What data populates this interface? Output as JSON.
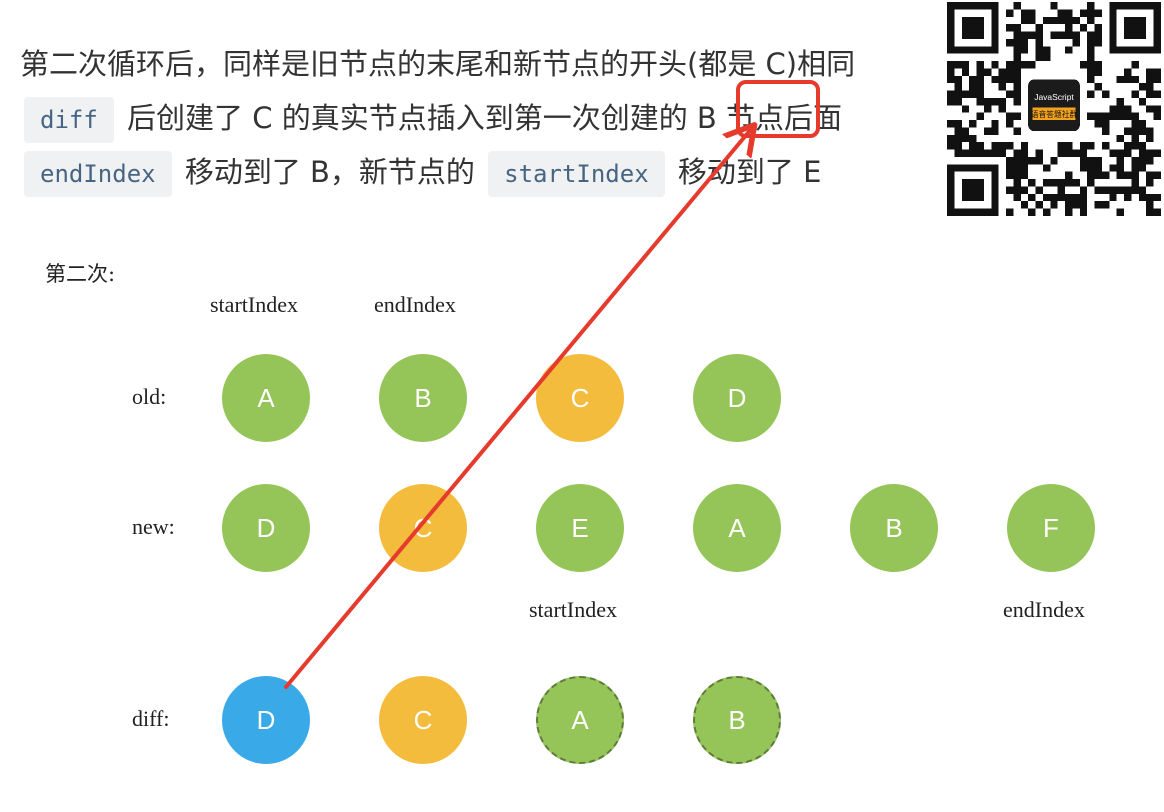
{
  "text": {
    "line1": "第二次循环后，同样是旧节点的末尾和新节点的开头(都是 C)相同",
    "line2_code": "diff",
    "line2_text": "后创建了 C 的真实节点插入到第一次创建的 B 节点后面",
    "line3_code1": "endIndex",
    "line3_text1": "移动到了 B，新节点的",
    "line3_code2": "startIndex",
    "line3_text2": "移动到了 E"
  },
  "qr": {
    "badge_line1": "JavaScript",
    "badge_line2": "语音答题社群"
  },
  "diagram": {
    "title": "第二次:",
    "row_labels": [
      "old:",
      "new:",
      "diff:"
    ],
    "labels": {
      "old_start": "startIndex",
      "old_end": "endIndex",
      "new_start": "startIndex",
      "new_end": "endIndex"
    },
    "old": [
      {
        "label": "A",
        "color": "green"
      },
      {
        "label": "B",
        "color": "green"
      },
      {
        "label": "C",
        "color": "orange"
      },
      {
        "label": "D",
        "color": "green"
      }
    ],
    "new": [
      {
        "label": "D",
        "color": "green"
      },
      {
        "label": "C",
        "color": "orange"
      },
      {
        "label": "E",
        "color": "green"
      },
      {
        "label": "A",
        "color": "green"
      },
      {
        "label": "B",
        "color": "green"
      },
      {
        "label": "F",
        "color": "green"
      }
    ],
    "diff": [
      {
        "label": "D",
        "color": "blue"
      },
      {
        "label": "C",
        "color": "orange"
      },
      {
        "label": "A",
        "color": "green",
        "dashed": true
      },
      {
        "label": "B",
        "color": "green",
        "dashed": true
      }
    ]
  },
  "colors": {
    "green": "#95c458",
    "orange": "#f3bc3d",
    "blue": "#3aa9e8",
    "arrow": "#e53a2c"
  }
}
